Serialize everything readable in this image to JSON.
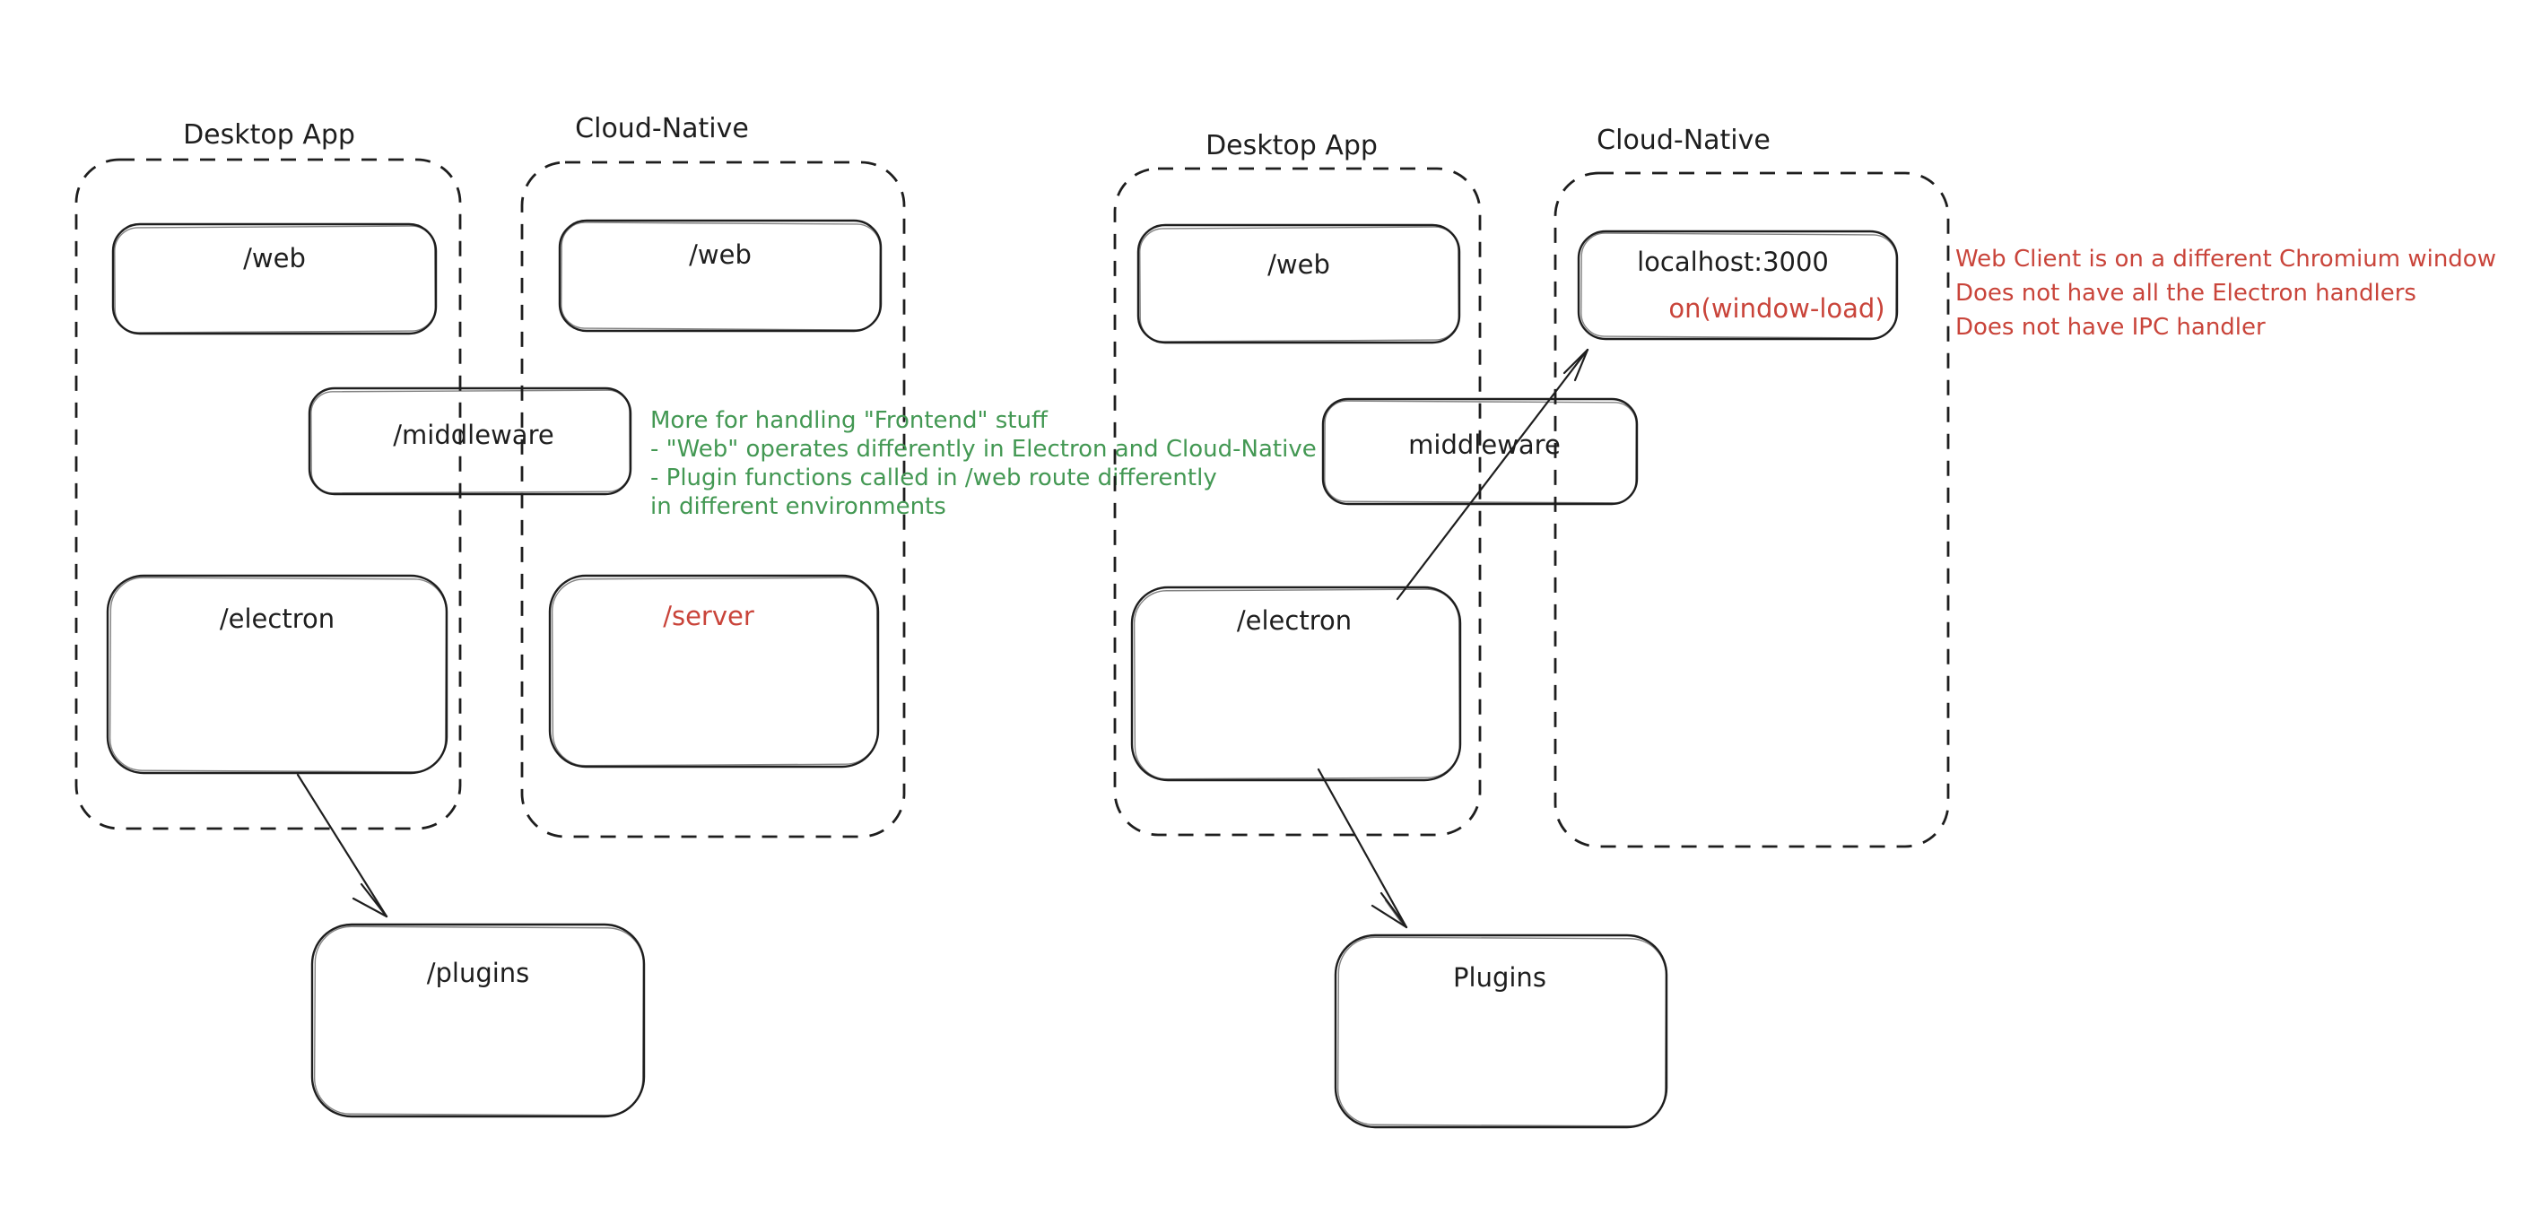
{
  "colors": {
    "ink": "#1e1e1e",
    "red": "#c9443a",
    "green": "#439853",
    "background": "#ffffff"
  },
  "left_diagram": {
    "containers": [
      {
        "label": "Desktop App"
      },
      {
        "label": "Cloud-Native"
      }
    ],
    "nodes": {
      "web_desktop": "/web",
      "web_cloud": "/web",
      "middleware": "/middleware",
      "electron": "/electron",
      "server": "/server",
      "plugins": "/plugins"
    },
    "annotation": {
      "color": "green",
      "lines": [
        "More for handling \"Frontend\" stuff",
        "- \"Web\" operates differently in Electron and Cloud-Native",
        "- Plugin functions called in /web route differently",
        "in different environments"
      ]
    }
  },
  "right_diagram": {
    "containers": [
      {
        "label": "Desktop App"
      },
      {
        "label": "Cloud-Native"
      }
    ],
    "nodes": {
      "web_desktop": "/web",
      "localhost": "localhost:3000",
      "localhost_sub": "on(window-load)",
      "middleware": "middleware",
      "electron": "/electron",
      "plugins": "Plugins"
    },
    "annotation": {
      "color": "red",
      "lines": [
        "Web Client is on a different Chromium window",
        "Does not have all the Electron handlers",
        "Does not have IPC handler"
      ]
    }
  }
}
